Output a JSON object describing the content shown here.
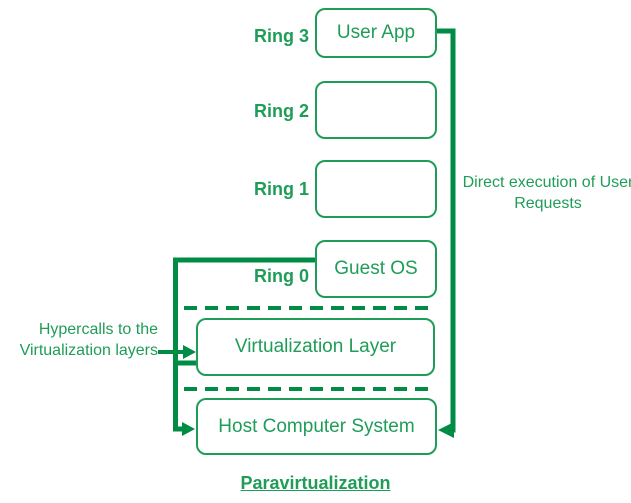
{
  "diagram_title": "Paravirtualization",
  "colors": {
    "primary_green": "#1f9d58",
    "arrow_green": "#008c45"
  },
  "rings": [
    {
      "label": "Ring 3",
      "box_text": "User App"
    },
    {
      "label": "Ring 2",
      "box_text": ""
    },
    {
      "label": "Ring 1",
      "box_text": ""
    },
    {
      "label": "Ring 0",
      "box_text": "Guest OS"
    }
  ],
  "layers": {
    "virtualization": "Virtualization Layer",
    "host": "Host Computer System"
  },
  "annotations": {
    "hypercalls": "Hypercalls to the Virtualization layers",
    "direct_execution": "Direct execution of User Requests"
  }
}
